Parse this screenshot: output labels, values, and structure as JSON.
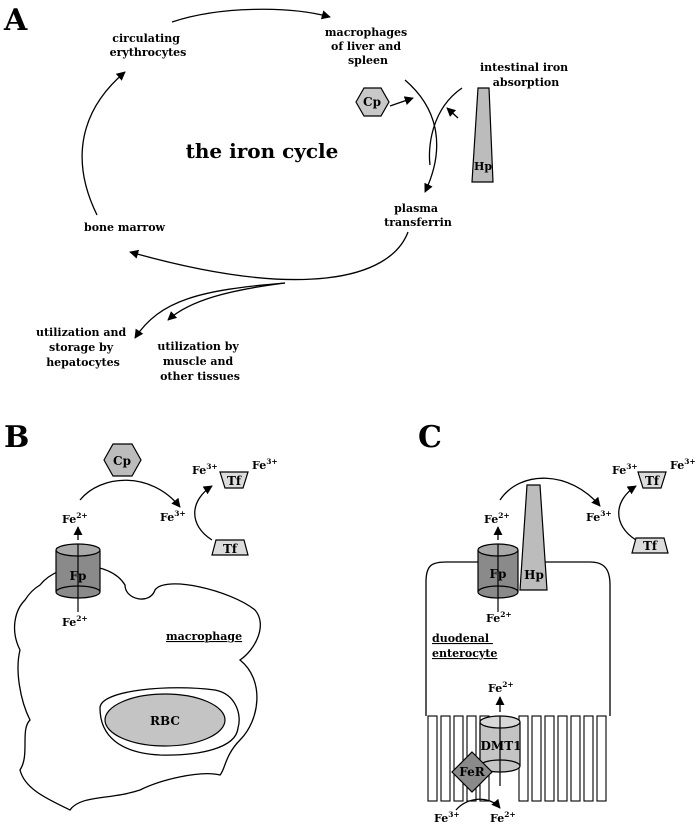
{
  "panels": {
    "a": "A",
    "b": "B",
    "c": "C"
  },
  "cycle": {
    "title": "the iron cycle",
    "erythrocytes": [
      "circulating",
      "erythrocytes"
    ],
    "macrophages": [
      "macrophages",
      "of liver and",
      "spleen"
    ],
    "intestinal": [
      "intestinal iron",
      "absorption"
    ],
    "transferrin": [
      "plasma",
      "transferrin"
    ],
    "marrow": "bone marrow",
    "hepatocytes": [
      "utilization and",
      "storage by",
      "hepatocytes"
    ],
    "muscle": [
      "utilization by",
      "muscle and",
      "other tissues"
    ],
    "cp": "Cp",
    "hp": "Hp"
  },
  "panel_b": {
    "cp": "Cp",
    "tf_top": "Tf",
    "tf_bottom": "Tf",
    "fp": "Fp",
    "macrophage": "macrophage",
    "rbc": "RBC"
  },
  "panel_c": {
    "tf_top": "Tf",
    "tf_bottom": "Tf",
    "fp": "Fp",
    "hp": "Hp",
    "enterocyte": [
      "duodenal",
      "enterocyte"
    ],
    "dmt1": "DMT1",
    "fer": "FeR"
  },
  "iron": {
    "fe": "Fe",
    "plus2": "2+",
    "plus3": "3+"
  },
  "colors": {
    "light_gray": "#d4d4d4",
    "mid_gray": "#bcbcbc",
    "dark_gray": "#8c8c8c",
    "fer_gray": "#8a8a8a"
  }
}
